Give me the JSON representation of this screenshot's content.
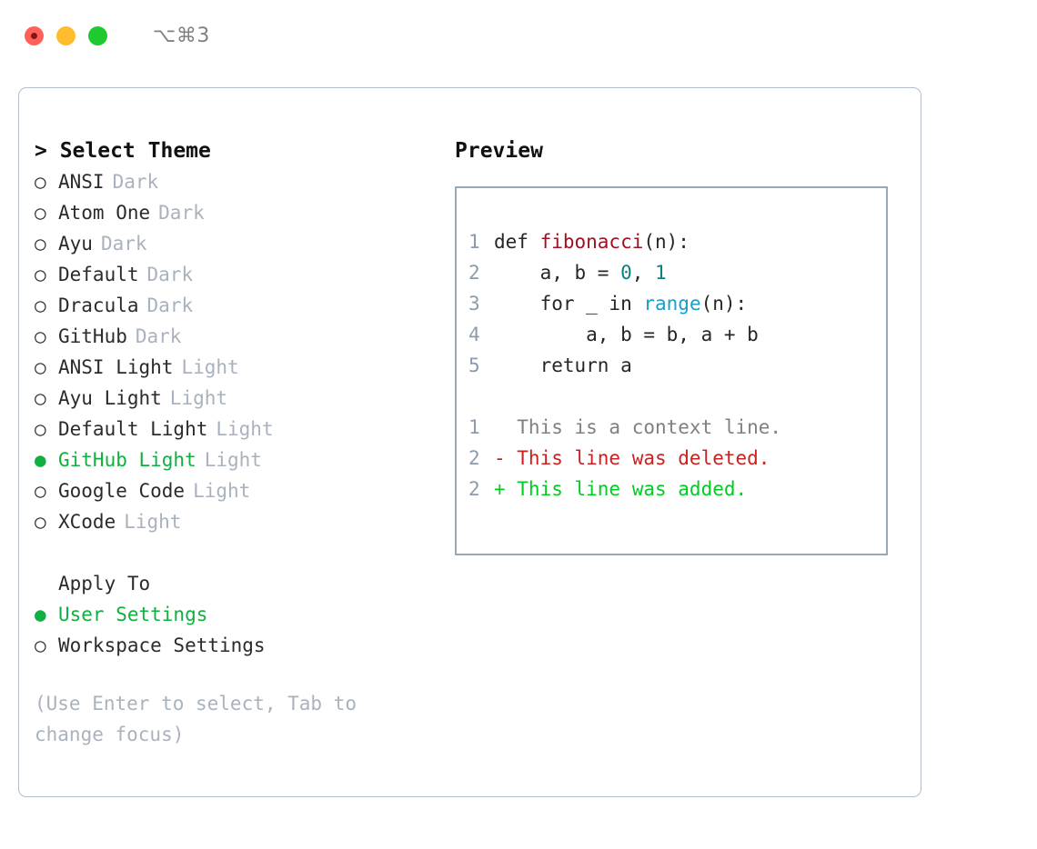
{
  "titlebar": {
    "shortcut": "⌥⌘3",
    "buttons": {
      "close": "close",
      "minimize": "minimize",
      "maximize": "maximize"
    }
  },
  "theme_picker": {
    "title": "> Select Theme",
    "marker_unselected": "○",
    "marker_selected": "●",
    "options": [
      {
        "name": "ANSI",
        "variant": "Dark",
        "selected": false
      },
      {
        "name": "Atom One",
        "variant": "Dark",
        "selected": false
      },
      {
        "name": "Ayu",
        "variant": "Dark",
        "selected": false
      },
      {
        "name": "Default",
        "variant": "Dark",
        "selected": false
      },
      {
        "name": "Dracula",
        "variant": "Dark",
        "selected": false
      },
      {
        "name": "GitHub",
        "variant": "Dark",
        "selected": false
      },
      {
        "name": "ANSI Light",
        "variant": "Light",
        "selected": false
      },
      {
        "name": "Ayu Light",
        "variant": "Light",
        "selected": false
      },
      {
        "name": "Default Light",
        "variant": "Light",
        "selected": false
      },
      {
        "name": "GitHub Light",
        "variant": "Light",
        "selected": true
      },
      {
        "name": "Google Code",
        "variant": "Light",
        "selected": false
      },
      {
        "name": "XCode",
        "variant": "Light",
        "selected": false
      }
    ]
  },
  "apply_to": {
    "title": "Apply To",
    "options": [
      {
        "name": "User Settings",
        "selected": true
      },
      {
        "name": "Workspace Settings",
        "selected": false
      }
    ]
  },
  "help_text": "(Use Enter to select, Tab to change focus)",
  "preview": {
    "heading": "Preview",
    "code_lines": [
      {
        "number": "1",
        "tokens": [
          {
            "text": "def ",
            "kind": "def"
          },
          {
            "text": "fibonacci",
            "kind": "fn"
          },
          {
            "text": "(n):",
            "kind": "plain"
          }
        ]
      },
      {
        "number": "2",
        "tokens": [
          {
            "text": "    a, b = ",
            "kind": "plain"
          },
          {
            "text": "0",
            "kind": "num"
          },
          {
            "text": ", ",
            "kind": "plain"
          },
          {
            "text": "1",
            "kind": "num"
          }
        ]
      },
      {
        "number": "3",
        "tokens": [
          {
            "text": "    for _ in ",
            "kind": "plain"
          },
          {
            "text": "range",
            "kind": "builtin"
          },
          {
            "text": "(n):",
            "kind": "plain"
          }
        ]
      },
      {
        "number": "4",
        "tokens": [
          {
            "text": "        a, b = b, a + b",
            "kind": "plain"
          }
        ]
      },
      {
        "number": "5",
        "tokens": [
          {
            "text": "    return a",
            "kind": "plain"
          }
        ]
      }
    ],
    "diff_lines": [
      {
        "number": "1",
        "marker": " ",
        "text": "  This is a context line.",
        "kind": "context"
      },
      {
        "number": "2",
        "marker": " ",
        "text": "- This line was deleted.",
        "kind": "del"
      },
      {
        "number": "2",
        "marker": " ",
        "text": "+ This line was added.",
        "kind": "add"
      }
    ]
  },
  "colors": {
    "selected_green": "#10b040",
    "diff_add_green": "#00cc22",
    "diff_del_red": "#cc2020",
    "muted_gray": "#a9b2bd",
    "border": "#b3bdc9",
    "preview_border": "#9aa7b4",
    "fn_red": "#a01020",
    "num_teal": "#0a8080",
    "builtin_blue": "#1a9ec4"
  }
}
